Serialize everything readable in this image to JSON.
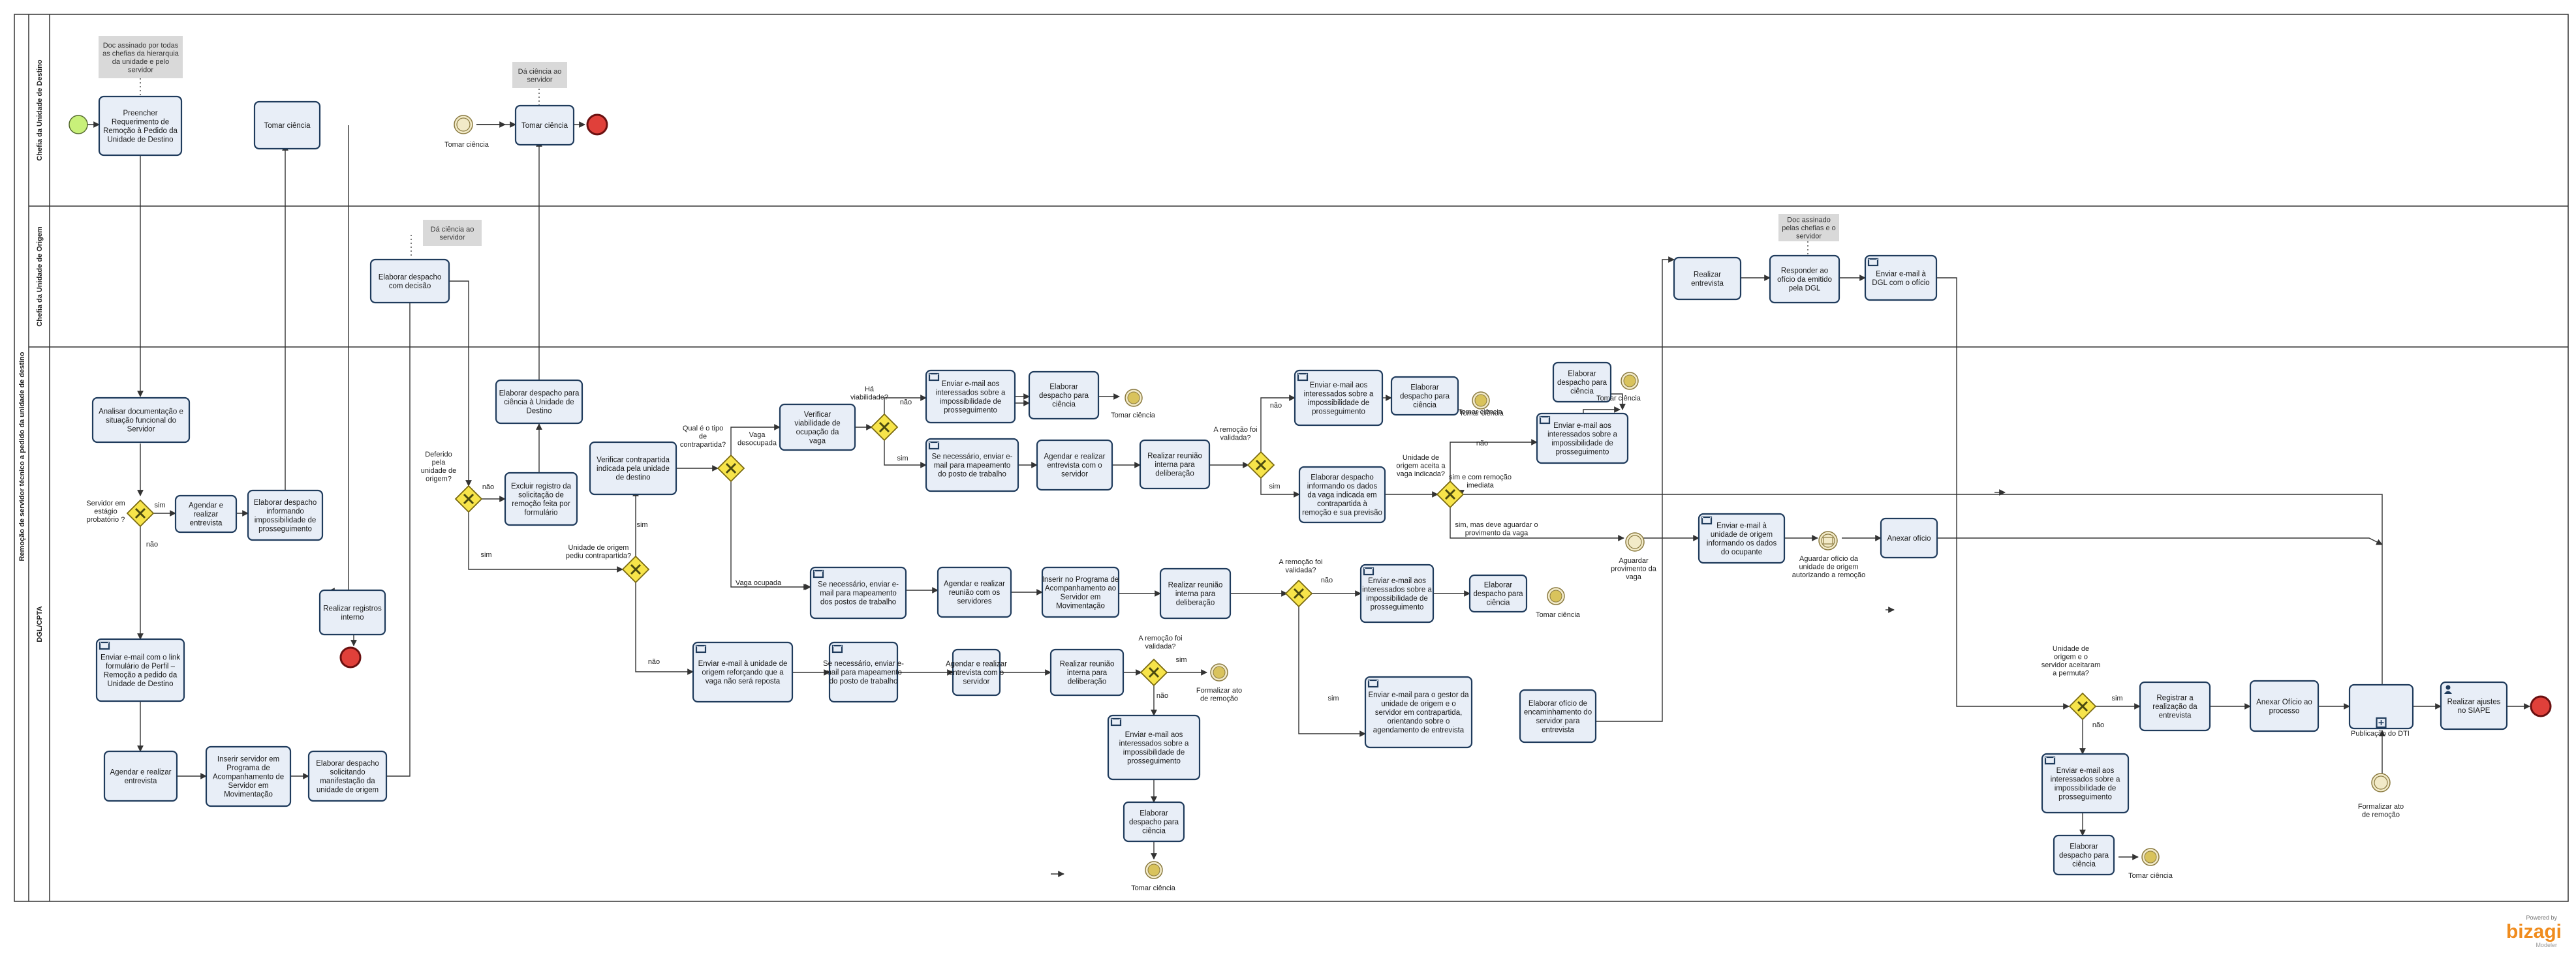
{
  "pool": {
    "title": "Remoção de servidor técnico a pedido da unidade de destino"
  },
  "lanes": [
    {
      "id": "lane1",
      "title": "Chefia da Unidade de Destino"
    },
    {
      "id": "lane2",
      "title": "Chefia da Unidade de Origem"
    },
    {
      "id": "lane3",
      "title": "DGL/CPTA"
    }
  ],
  "tasks": [
    {
      "id": "t1",
      "lines": [
        "Preencher",
        "Requerimento de",
        "Remoção à Pedido da",
        "Unidade de Destino"
      ]
    },
    {
      "id": "t2",
      "lines": [
        "Tomar ciência"
      ]
    },
    {
      "id": "t3",
      "lines": [
        "Tomar ciência"
      ]
    },
    {
      "id": "t4",
      "lines": [
        "Elaborar despacho",
        "com decisão"
      ]
    },
    {
      "id": "t5",
      "lines": [
        "Realizar",
        "entrevista"
      ]
    },
    {
      "id": "t6",
      "lines": [
        "Responder ao",
        "ofício da emitido",
        "pela DGL"
      ]
    },
    {
      "id": "t7",
      "lines": [
        "Enviar e-mail à",
        "DGL com o ofício"
      ],
      "mail": true
    },
    {
      "id": "t8",
      "lines": [
        "Analisar documentação e",
        "situação  funcional do",
        "Servidor"
      ]
    },
    {
      "id": "t9",
      "lines": [
        "Agendar e",
        "realizar",
        "entrevista"
      ]
    },
    {
      "id": "t10",
      "lines": [
        "Elaborar despacho",
        "informando",
        "impossibilidade de",
        "prosseguimento"
      ]
    },
    {
      "id": "t11",
      "lines": [
        "Realizar registros",
        "interno"
      ]
    },
    {
      "id": "t12",
      "lines": [
        "Enviar e-mail com o link",
        "formulário de Perfil –",
        "Remoção a pedido da",
        "Unidade de Destino"
      ],
      "mail": true
    },
    {
      "id": "t13",
      "lines": [
        "Agendar e realizar",
        "entrevista"
      ]
    },
    {
      "id": "t14",
      "lines": [
        "Inserir servidor em",
        "Programa de",
        "Acompanhamento de",
        "Servidor em",
        "Movimentação"
      ]
    },
    {
      "id": "t15",
      "lines": [
        "Elaborar despacho",
        "solicitando",
        "manifestação da",
        "unidade de origem"
      ]
    },
    {
      "id": "t16",
      "lines": [
        "Elaborar despacho para",
        "ciência à Unidade de",
        "Destino"
      ]
    },
    {
      "id": "t17",
      "lines": [
        "Excluir registro da",
        "solicitação de",
        "remoção feita por",
        "formulário"
      ]
    },
    {
      "id": "t18",
      "lines": [
        "Verificar contrapartida",
        "indicada pela unidade",
        "de destino"
      ]
    },
    {
      "id": "t19",
      "lines": [
        "Verificar",
        "viabilidade de",
        "ocupação da",
        "vaga"
      ]
    },
    {
      "id": "t20",
      "lines": [
        "Enviar e-mail aos",
        "interessados sobre a",
        "impossibilidade de",
        "prosseguimento"
      ],
      "mail": true
    },
    {
      "id": "t21",
      "lines": [
        "Elaborar",
        "despacho para",
        "ciência"
      ]
    },
    {
      "id": "t22",
      "lines": [
        "Se necessário, enviar e-",
        "mail para mapeamento",
        "do posto de trabalho"
      ],
      "mail": true
    },
    {
      "id": "t23",
      "lines": [
        "Agendar e realizar",
        "entrevista com o",
        "servidor"
      ]
    },
    {
      "id": "t24",
      "lines": [
        "Realizar reunião",
        "interna para",
        "deliberação"
      ]
    },
    {
      "id": "t25",
      "lines": [
        "Enviar e-mail aos",
        "interessados sobre a",
        "impossibilidade de",
        "prosseguimento"
      ],
      "mail": true
    },
    {
      "id": "t26",
      "lines": [
        "Elaborar",
        "despacho para",
        "ciência"
      ]
    },
    {
      "id": "t27",
      "lines": [
        "Elaborar despacho",
        "informando os dados",
        "da vaga indicada em",
        "contrapartida à",
        "remoção e sua previsão"
      ]
    },
    {
      "id": "t28",
      "lines": [
        "Elaborar",
        "despacho para",
        "ciência"
      ]
    },
    {
      "id": "t29",
      "lines": [
        "Enviar e-mail aos",
        "interessados sobre a",
        "impossibilidade de",
        "prosseguimento"
      ],
      "mail": true
    },
    {
      "id": "t30",
      "lines": [
        "Enviar e-mail à",
        "unidade de origem",
        "informando os dados",
        "do ocupante"
      ],
      "mail": true
    },
    {
      "id": "t31",
      "lines": [
        "Anexar ofício"
      ]
    },
    {
      "id": "t32",
      "lines": [
        "Se necessário, enviar e-",
        "mail para mapeamento",
        "dos postos de trabalho"
      ],
      "mail": true
    },
    {
      "id": "t33",
      "lines": [
        "Agendar e realizar",
        "reunião com os",
        "servidores"
      ]
    },
    {
      "id": "t34",
      "lines": [
        "Inserir no Programa de",
        "Acompanhamento ao",
        "Servidor em",
        "Movimentação"
      ]
    },
    {
      "id": "t35",
      "lines": [
        "Realizar reunião",
        "interna para",
        "deliberação"
      ]
    },
    {
      "id": "t36",
      "lines": [
        "Enviar e-mail aos",
        "interessados sobre a",
        "impossibilidade de",
        "prosseguimento"
      ],
      "mail": true
    },
    {
      "id": "t37",
      "lines": [
        "Elaborar",
        "despacho para",
        "ciência"
      ]
    },
    {
      "id": "t38",
      "lines": [
        "Enviar e-mail à unidade de",
        "origem reforçando que a",
        "vaga não será reposta"
      ],
      "mail": true
    },
    {
      "id": "t39",
      "lines": [
        "Se necessário, enviar e-",
        "mail para mapeamento",
        "do posto de trabalho"
      ],
      "mail": true
    },
    {
      "id": "t40",
      "lines": [
        "Agendar e realizar",
        "entrevista com o",
        "servidor"
      ]
    },
    {
      "id": "t41",
      "lines": [
        "Realizar reunião",
        "interna para",
        "deliberação"
      ]
    },
    {
      "id": "t42",
      "lines": [
        "Enviar e-mail aos",
        "interessados sobre a",
        "impossibilidade de",
        "prosseguimento"
      ],
      "mail": true
    },
    {
      "id": "t43",
      "lines": [
        "Elaborar",
        "despacho para",
        "ciência"
      ]
    },
    {
      "id": "t44",
      "lines": [
        "Enviar e-mail para o gestor da",
        "unidade de origem e o",
        "servidor em contrapartida,",
        "orientando sobre o",
        "agendamento de entrevista"
      ],
      "mail": true
    },
    {
      "id": "t45",
      "lines": [
        "Elaborar ofício de",
        "encaminhamento do",
        "servidor para",
        "entrevista"
      ]
    },
    {
      "id": "t46",
      "lines": [
        "Registrar a",
        "realização da",
        "entrevista"
      ]
    },
    {
      "id": "t47",
      "lines": [
        "Anexar Ofício ao",
        "processo"
      ]
    },
    {
      "id": "t48",
      "lines": [
        "Realizar ajustes",
        "no SIAPE"
      ],
      "user": true
    },
    {
      "id": "t49",
      "lines": [
        "Enviar e-mail aos",
        "interessados sobre a",
        "impossibilidade de",
        "prosseguimento"
      ],
      "mail": true
    },
    {
      "id": "t50",
      "lines": [
        "Elaborar",
        "despacho para",
        "ciência"
      ]
    },
    {
      "id": "t51",
      "lines": [
        ""
      ],
      "subprocess": true
    }
  ],
  "annotations": [
    {
      "id": "a1",
      "lines": [
        "Doc assinado por todas",
        "as chefias da hierarquia",
        "da unidade e pelo",
        "servidor"
      ]
    },
    {
      "id": "a2",
      "lines": [
        "Dá ciência ao",
        "servidor"
      ]
    },
    {
      "id": "a3",
      "lines": [
        "Dá ciência ao",
        "servidor"
      ]
    },
    {
      "id": "a4",
      "lines": [
        "Doc assinado",
        "pelas chefias e o",
        "servidor"
      ]
    }
  ],
  "labels": [
    {
      "id": "l1",
      "text": "Tomar ciência"
    },
    {
      "id": "l2",
      "lines": [
        "Servidor em",
        "estágio",
        "probatório ?"
      ]
    },
    {
      "id": "l3",
      "text": "sim"
    },
    {
      "id": "l4",
      "text": "não"
    },
    {
      "id": "l5",
      "lines": [
        "Deferido",
        "pela",
        "unidade de",
        "origem?"
      ]
    },
    {
      "id": "l6",
      "text": "não"
    },
    {
      "id": "l7",
      "text": "sim"
    },
    {
      "id": "l8",
      "lines": [
        "Unidade de origem",
        "pediu contrapartida?"
      ]
    },
    {
      "id": "l9",
      "text": "sim"
    },
    {
      "id": "l10",
      "text": "não"
    },
    {
      "id": "l11",
      "lines": [
        "Qual é o tipo",
        "de",
        "contrapartida?"
      ]
    },
    {
      "id": "l12",
      "lines": [
        "Vaga",
        "desocupada"
      ]
    },
    {
      "id": "l13",
      "text": "Vaga ocupada"
    },
    {
      "id": "l14",
      "lines": [
        "Há",
        "viabilidade?"
      ]
    },
    {
      "id": "l15",
      "text": "não"
    },
    {
      "id": "l16",
      "text": "sim"
    },
    {
      "id": "l17",
      "text": "Tomar ciência"
    },
    {
      "id": "l18",
      "lines": [
        "A remoção foi",
        "validada?"
      ]
    },
    {
      "id": "l19",
      "text": "não"
    },
    {
      "id": "l20",
      "text": "sim"
    },
    {
      "id": "l21",
      "text": "Tomar ciência"
    },
    {
      "id": "l22",
      "lines": [
        "Unidade de",
        "origem aceita a",
        "vaga indicada?"
      ]
    },
    {
      "id": "l23",
      "text": "não"
    },
    {
      "id": "l24",
      "lines": [
        "sim e com remoção",
        "imediata"
      ]
    },
    {
      "id": "l25",
      "lines": [
        "sim, mas deve  aguardar o",
        "provimento da vaga"
      ]
    },
    {
      "id": "l26",
      "text": "Tomar ciência"
    },
    {
      "id": "l27",
      "lines": [
        "Aguardar",
        "provimento da",
        "vaga"
      ]
    },
    {
      "id": "l28",
      "lines": [
        "Aguardar ofício da",
        "unidade de origem",
        "autorizando a remoção"
      ]
    },
    {
      "id": "l29",
      "lines": [
        "A remoção foi",
        "validada?"
      ]
    },
    {
      "id": "l30",
      "text": "não"
    },
    {
      "id": "l31",
      "text": "sim"
    },
    {
      "id": "l32",
      "text": "Tomar ciência"
    },
    {
      "id": "l33",
      "lines": [
        "A remoção foi",
        "validada?"
      ]
    },
    {
      "id": "l34",
      "text": "sim"
    },
    {
      "id": "l35",
      "text": "não"
    },
    {
      "id": "l36",
      "lines": [
        "Formalizar ato",
        "de remoção"
      ]
    },
    {
      "id": "l37",
      "text": "Tomar ciência"
    },
    {
      "id": "l38",
      "lines": [
        "Unidade de",
        "origem e o",
        "servidor aceitaram",
        "a permuta?"
      ]
    },
    {
      "id": "l39",
      "text": "sim"
    },
    {
      "id": "l40",
      "text": "não"
    },
    {
      "id": "l41",
      "text": "Tomar ciência"
    },
    {
      "id": "l42",
      "text": "Publicação do DTI"
    },
    {
      "id": "l43",
      "lines": [
        "Formalizar ato",
        "de remoção"
      ]
    },
    {
      "id": "l44",
      "text": "Tomar ciência"
    }
  ],
  "logo": {
    "powered_by": "Powered by",
    "brand": "bizagi",
    "sub": "Modeler"
  },
  "colors": {
    "task_fill": "#e8eef7",
    "task_stroke": "#1f3b5c",
    "start": "#c8f07a",
    "end": "#e0403a",
    "gateway": "#f7e44a",
    "logo": "#f08c1e"
  }
}
